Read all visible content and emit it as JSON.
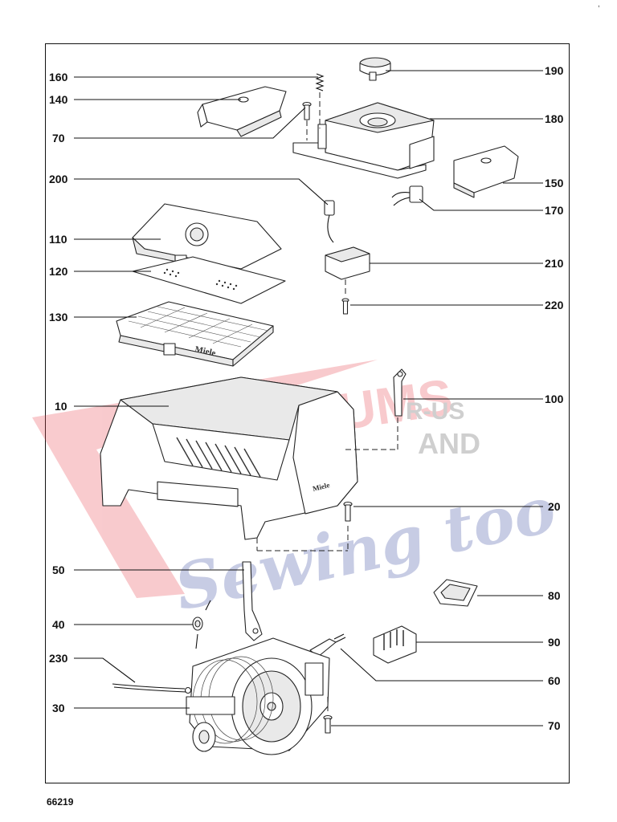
{
  "diagram_number": "66219",
  "corner_mark": ",",
  "part_labels": [
    {
      "id": "160",
      "side": "left"
    },
    {
      "id": "140",
      "side": "left"
    },
    {
      "id": "70",
      "side": "left"
    },
    {
      "id": "200",
      "side": "left"
    },
    {
      "id": "110",
      "side": "left"
    },
    {
      "id": "120",
      "side": "left"
    },
    {
      "id": "130",
      "side": "left"
    },
    {
      "id": "10",
      "side": "left"
    },
    {
      "id": "50",
      "side": "left"
    },
    {
      "id": "40",
      "side": "left"
    },
    {
      "id": "230",
      "side": "left"
    },
    {
      "id": "30",
      "side": "left"
    },
    {
      "id": "190",
      "side": "right"
    },
    {
      "id": "180",
      "side": "right"
    },
    {
      "id": "150",
      "side": "right"
    },
    {
      "id": "170",
      "side": "right"
    },
    {
      "id": "210",
      "side": "right"
    },
    {
      "id": "220",
      "side": "right"
    },
    {
      "id": "100",
      "side": "right"
    },
    {
      "id": "20",
      "side": "right"
    },
    {
      "id": "80",
      "side": "right"
    },
    {
      "id": "90",
      "side": "right"
    },
    {
      "id": "60",
      "side": "right"
    },
    {
      "id": "70",
      "side": "right"
    }
  ],
  "filter_brand_text": "Miele",
  "housing_brand_text": "Miele",
  "watermark": {
    "line1": "VACUUMS",
    "line2": "R-US",
    "line3": "AND",
    "line4": "Sewing too",
    "color_red": "#e8464f",
    "color_blue": "#3b4aa0"
  }
}
